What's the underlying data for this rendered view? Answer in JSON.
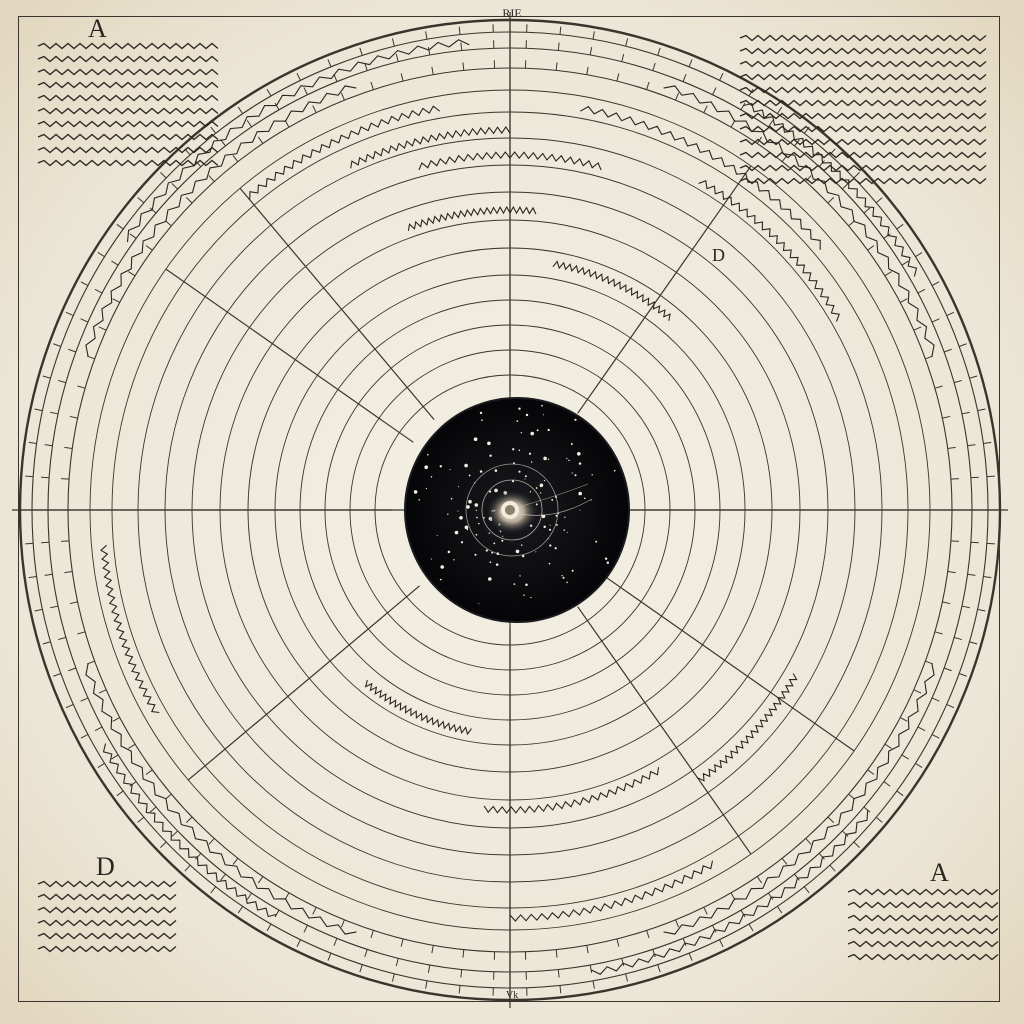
{
  "header": {
    "top_mark": "RIE"
  },
  "corners": {
    "top_left_letter": "A",
    "bottom_left_letter": "D",
    "bottom_right_letter": "A",
    "inner_right_letter": "D"
  },
  "footer": {
    "bottom_mark": "Vk"
  },
  "colors": {
    "paper": "#ece6d6",
    "ink": "#2a2520",
    "core": "#0b0b0e"
  }
}
